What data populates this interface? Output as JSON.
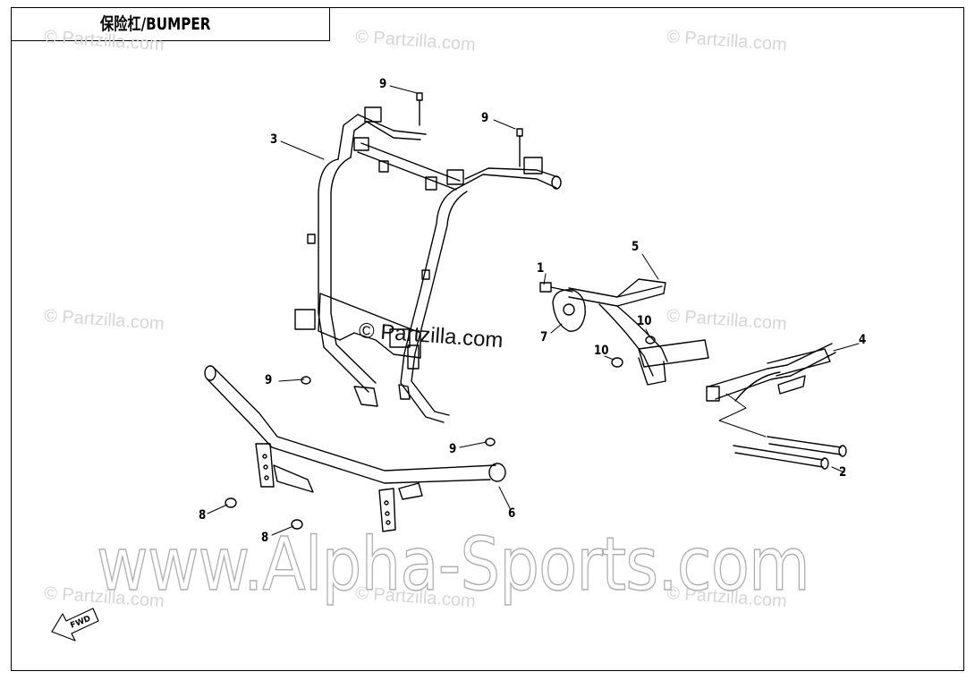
{
  "title": "保险杠/BUMPER",
  "watermark_small": "© Partzilla.com",
  "watermark_large": "www.Alpha-Sports.com",
  "fwd_label": "FWD",
  "callouts": {
    "c1": "1",
    "c2": "2",
    "c3": "3",
    "c4": "4",
    "c5": "5",
    "c6": "6",
    "c7": "7",
    "c8a": "8",
    "c8b": "8",
    "c9a": "9",
    "c9b": "9",
    "c9c": "9",
    "c9d": "9",
    "c10a": "10",
    "c10b": "10"
  }
}
